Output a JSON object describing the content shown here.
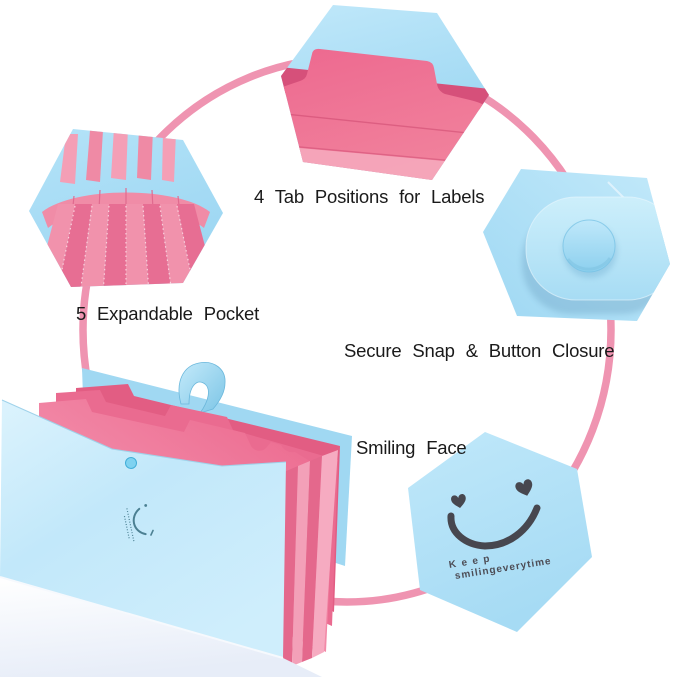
{
  "callouts": [
    {
      "id": "tab-positions",
      "label": "4 Tab Positions for Labels"
    },
    {
      "id": "expandable-pocket",
      "label": "5 Expandable Pocket"
    },
    {
      "id": "snap-closure",
      "label": "Secure Snap & Button Closure"
    },
    {
      "id": "smiling-face",
      "label": "Smiling Face"
    }
  ],
  "smiley_hexagon": {
    "text_line1": "Keep",
    "text_line2": "smilingeverytime"
  },
  "colors": {
    "background": "#ffffff",
    "hexagon_blue": "#a9def6",
    "folder_front_blue": "#c6eafb",
    "folder_pink": "#ee7093",
    "ring_pink": "#ef94b1",
    "face_ink": "#47474f",
    "label_text": "#1a1a1a"
  }
}
